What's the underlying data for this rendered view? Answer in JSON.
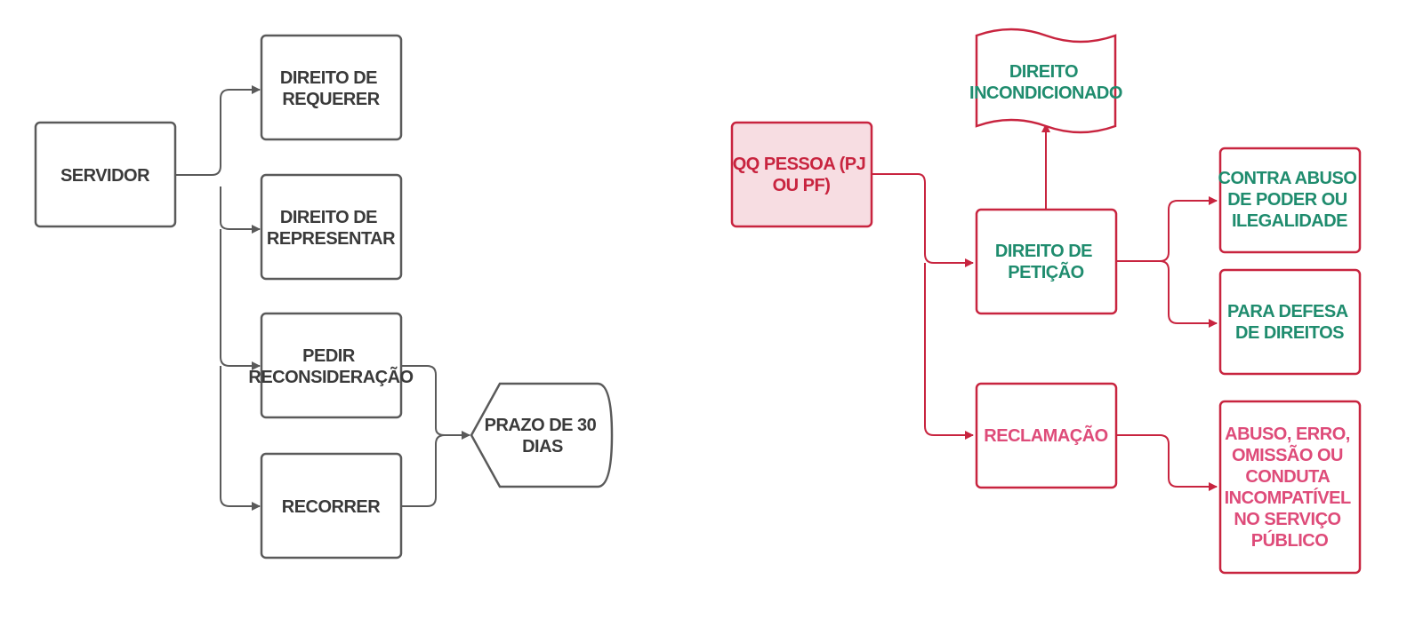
{
  "colors": {
    "gray": "#5a5a5a",
    "red": "#c8243f",
    "red_fill": "#f7dde2",
    "green": "#1f8c6e",
    "pink": "#de4b79"
  },
  "left_diagram": {
    "servidor": [
      "SERVIDOR"
    ],
    "direito_requerer": [
      "DIREITO DE",
      "REQUERER"
    ],
    "direito_representar": [
      "DIREITO DE",
      "REPRESENTAR"
    ],
    "pedir_reconsideracao": [
      "PEDIR",
      "RECONSIDERAÇÃO"
    ],
    "recorrer": [
      "RECORRER"
    ],
    "prazo": [
      "PRAZO DE 30",
      "DIAS"
    ]
  },
  "right_diagram": {
    "qq_pessoa": [
      "QQ PESSOA (PJ",
      "OU PF)"
    ],
    "direito_incondicionado": [
      "DIREITO",
      "INCONDICIONADO"
    ],
    "direito_peticao": [
      "DIREITO DE",
      "PETIÇÃO"
    ],
    "contra_abuso": [
      "CONTRA ABUSO",
      "DE PODER OU",
      "ILEGALIDADE"
    ],
    "defesa_direitos": [
      "PARA DEFESA",
      "DE DIREITOS"
    ],
    "reclamacao": [
      "RECLAMAÇÃO"
    ],
    "abuso_erro": [
      "ABUSO, ERRO,",
      "OMISSÃO OU",
      "CONDUTA",
      "INCOMPATÍVEL",
      "NO SERVIÇO",
      "PÚBLICO"
    ]
  }
}
